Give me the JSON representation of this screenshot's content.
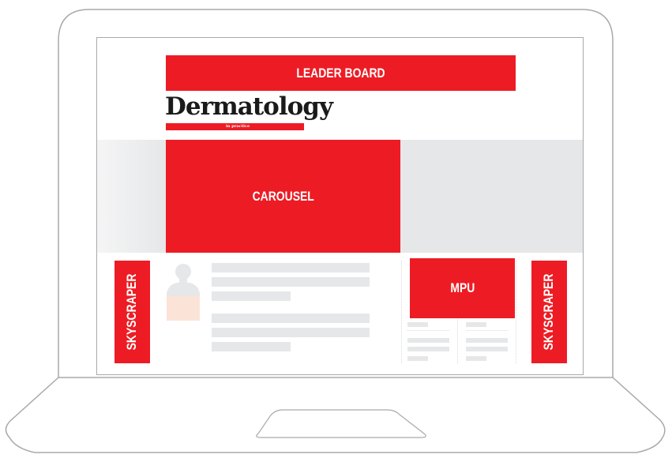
{
  "ads": {
    "leaderboard": "LEADER BOARD",
    "carousel": "CAROUSEL",
    "mpu": "MPU",
    "skyscraper_left": "SKYSCRAPER",
    "skyscraper_right": "SKYSCRAPER"
  },
  "logo": {
    "title": "Dermatology",
    "subtitle": "in practice"
  },
  "colors": {
    "accent_red": "#ed1c24",
    "placeholder_grey": "#e6e7e8",
    "avatar_light": "#fbe3d8",
    "frame_stroke": "#a7a9ac"
  }
}
